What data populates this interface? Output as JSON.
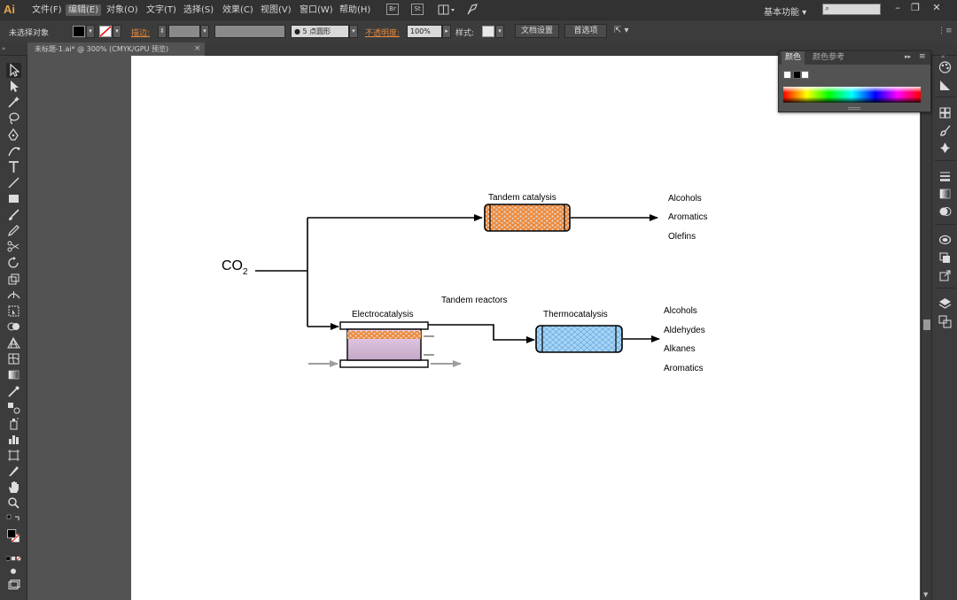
{
  "app": {
    "logo": "Ai",
    "menu": [
      "文件(F)",
      "编辑(E)",
      "对象(O)",
      "文字(T)",
      "选择(S)",
      "效果(C)",
      "视图(V)",
      "窗口(W)",
      "帮助(H)"
    ],
    "menu_icons": [
      "Br",
      "St"
    ],
    "workspace": "基本功能"
  },
  "control_bar": {
    "selection_label": "未选择对象",
    "stroke_label": "描边:",
    "brush_label": "5 点圆形",
    "opacity_label": "不透明度:",
    "opacity_value": "100%",
    "style_label": "样式:",
    "doc_setup_button": "文档设置",
    "preferences_button": "首选项"
  },
  "document": {
    "tab_title": "未标题-1.ai* @ 300% (CMYK/GPU 预览)",
    "tab_close": "×"
  },
  "color_panel": {
    "tab_color": "颜色",
    "tab_guide": "颜色参考"
  },
  "diagram": {
    "co2_main": "CO",
    "co2_sub": "2",
    "tandem_catalysis": "Tandem catalysis",
    "top_products": [
      "Alcohols",
      "Aromatics",
      "Olefins"
    ],
    "tandem_reactors": "Tandem reactors",
    "electrocatalysis": "Electrocatalysis",
    "thermocatalysis": "Thermocatalysis",
    "bottom_products": [
      "Alcohols",
      "Aldehydes",
      "Alkanes",
      "Aromatics"
    ]
  }
}
